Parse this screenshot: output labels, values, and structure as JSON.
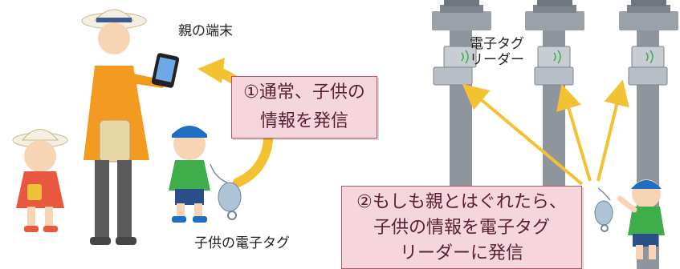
{
  "labels": {
    "parent_device": "親の端末",
    "child_tag": "子供の電子タグ",
    "reader_line1": "電子タグ",
    "reader_line2": "リーダー"
  },
  "callouts": {
    "normal": {
      "line1": "①通常、子供の",
      "line2": "情報を発信"
    },
    "separated": {
      "line1": "②もしも親とはぐれたら、",
      "line2": "子供の情報を電子タグ",
      "line3": "リーダーに発信"
    }
  },
  "colors": {
    "arrow": "#f2c233",
    "callout_fill": "#f6d6dd",
    "callout_border": "#b55469",
    "pole": "#8f959c",
    "parent_shirt": "#f39a21",
    "child_shirt": "#3fae4a",
    "girl_dress": "#e9573f",
    "cap": "#1f6fc4",
    "tag": "#aec3d6"
  }
}
